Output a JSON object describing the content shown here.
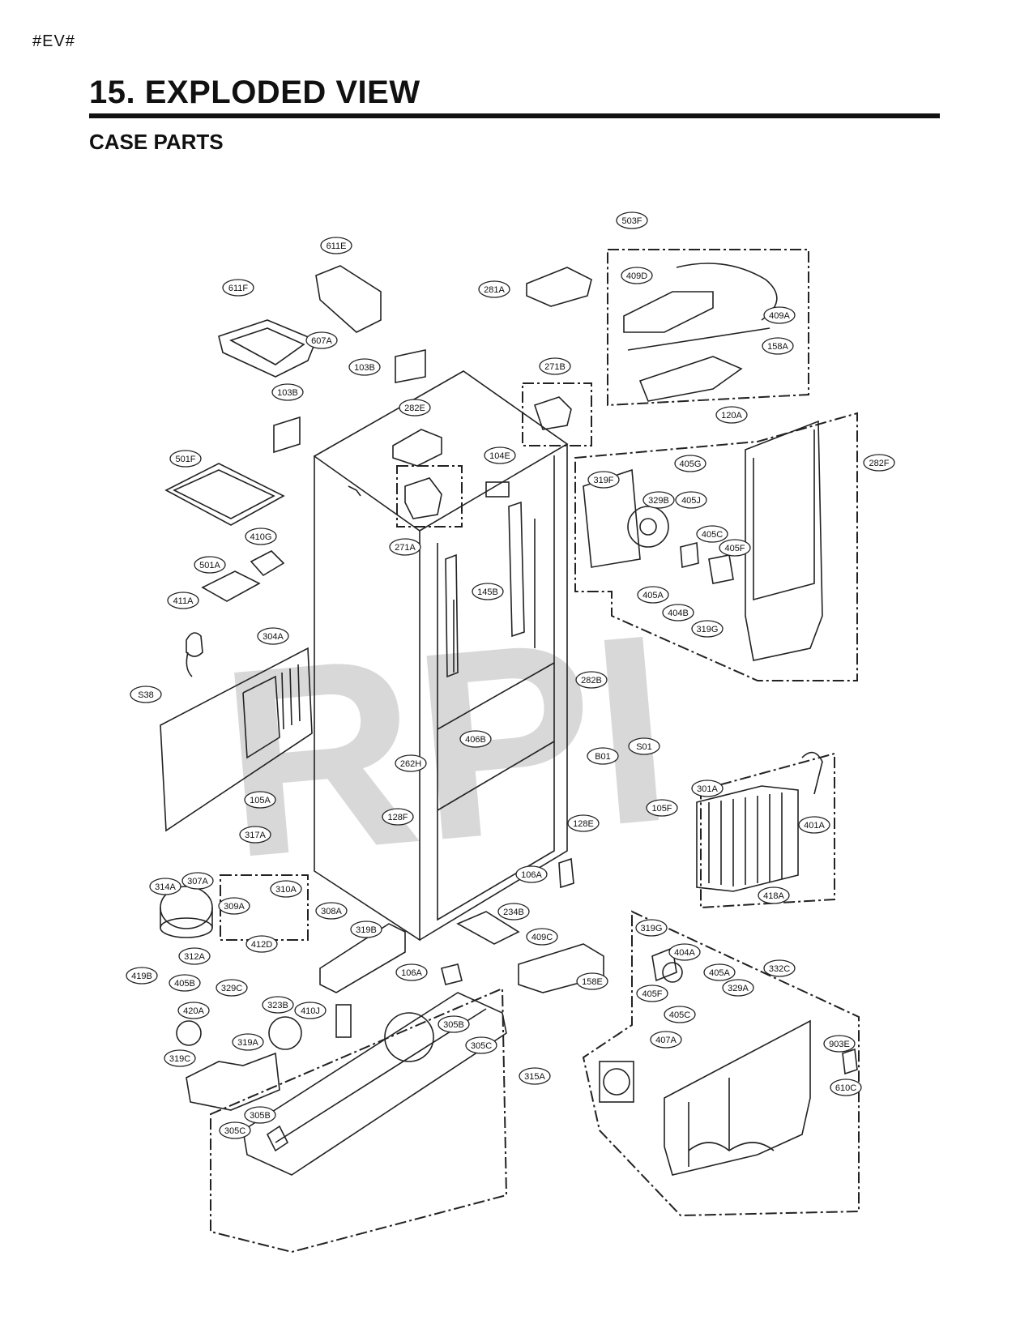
{
  "page": {
    "tag": "#EV#",
    "title": "15. EXPLODED VIEW",
    "subtitle": "CASE PARTS"
  },
  "watermark": "RPI",
  "part_labels": [
    "503F",
    "611E",
    "281A",
    "611F",
    "409D",
    "409A",
    "607A",
    "103B",
    "158A",
    "271B",
    "103B",
    "282E",
    "120A",
    "282F",
    "501F",
    "104E",
    "405G",
    "319F",
    "329B",
    "405J",
    "410G",
    "271A",
    "405C",
    "405F",
    "501A",
    "405A",
    "145B",
    "404B",
    "411A",
    "319G",
    "304A",
    "282B",
    "S38",
    "406B",
    "S01",
    "B01",
    "262H",
    "105A",
    "128F",
    "105F",
    "128E",
    "301A",
    "401A",
    "317A",
    "106A",
    "314A",
    "307A",
    "310A",
    "309A",
    "308A",
    "418A",
    "412D",
    "234B",
    "319B",
    "409C",
    "319G",
    "404A",
    "332C",
    "419B",
    "312A",
    "106A",
    "158E",
    "405B",
    "329C",
    "405A",
    "329A",
    "420A",
    "323B",
    "410J",
    "405F",
    "405C",
    "305B",
    "903E",
    "319A",
    "305C",
    "315A",
    "407A",
    "319C",
    "610C",
    "305B",
    "305C"
  ]
}
